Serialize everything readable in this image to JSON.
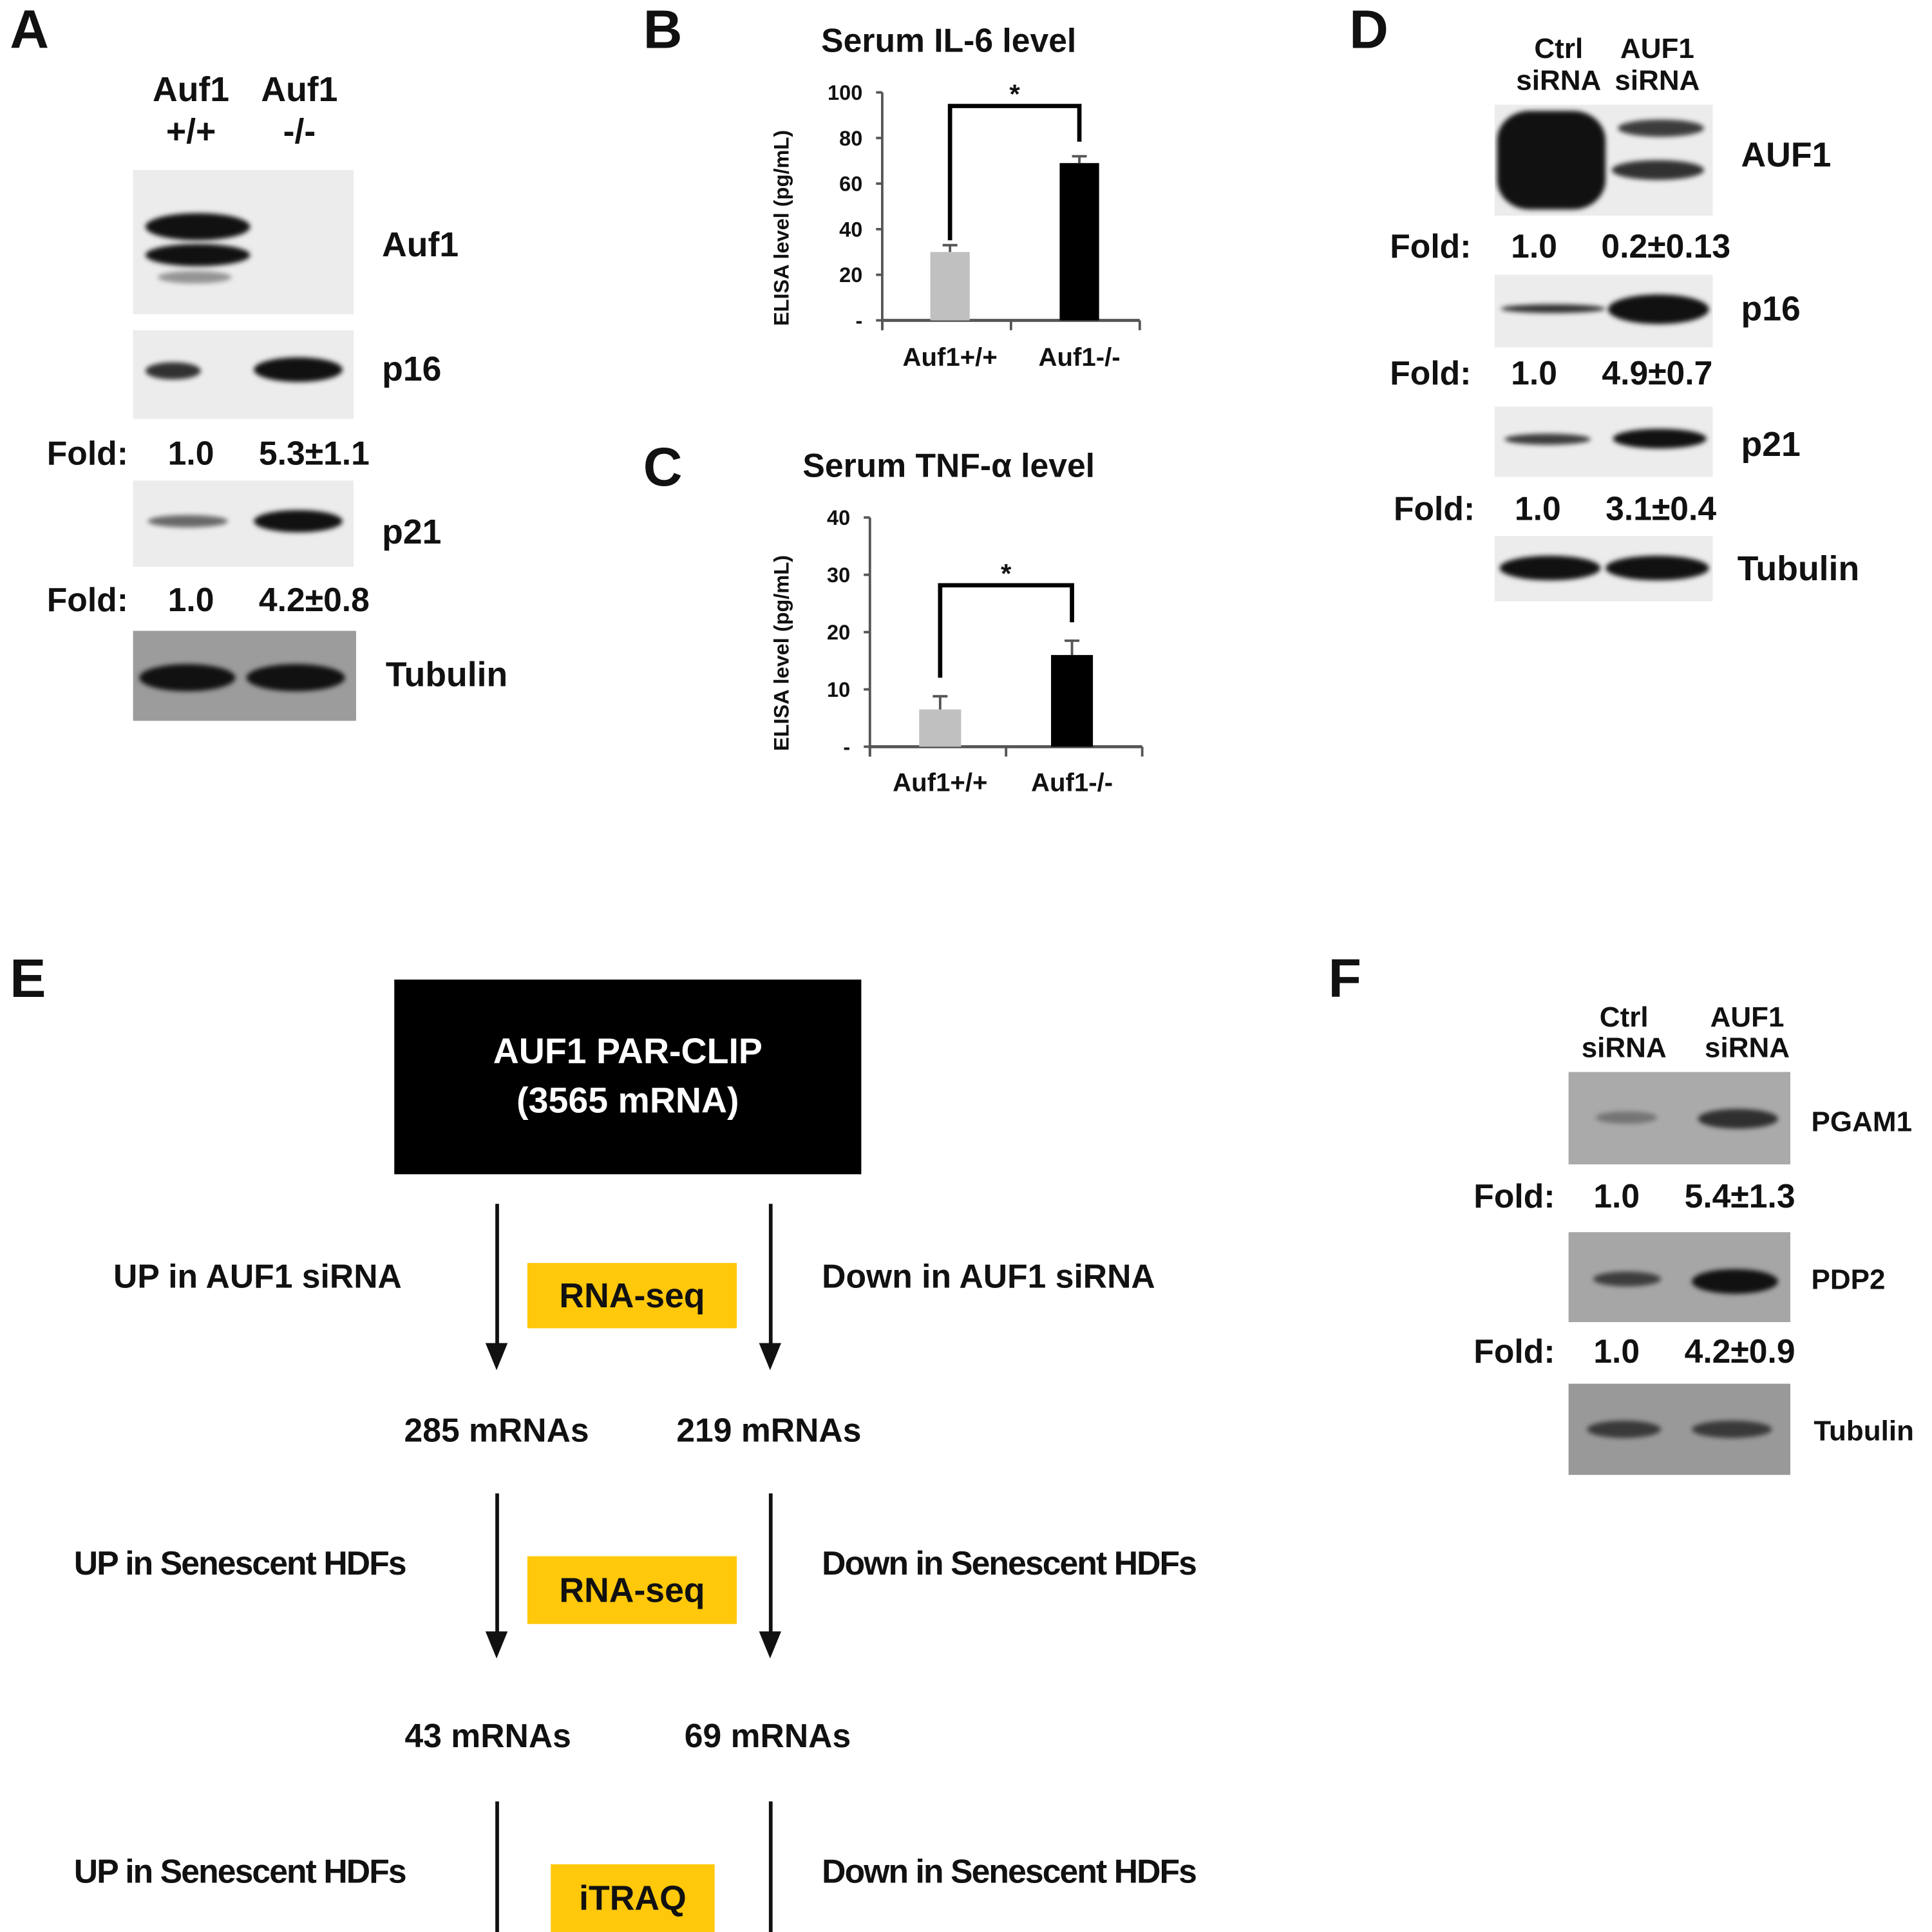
{
  "panel_a": {
    "letter": "A",
    "lanes": [
      {
        "l1": "Auf1",
        "l2": "+/+"
      },
      {
        "l1": "Auf1",
        "l2": "-/-"
      }
    ],
    "fold_label": "Fold:",
    "blots": [
      {
        "label": "Auf1"
      },
      {
        "label": "p16",
        "fold": [
          "1.0",
          "5.3±1.1"
        ]
      },
      {
        "label": "p21",
        "fold": [
          "1.0",
          "4.2±0.8"
        ]
      },
      {
        "label": "Tubulin"
      }
    ]
  },
  "panel_b": {
    "letter": "B"
  },
  "panel_c": {
    "letter": "C"
  },
  "chart_data": [
    {
      "type": "bar",
      "title": "Serum IL-6 level",
      "ylabel": "ELISA level (pg/mL)",
      "xlabel": "",
      "categories": [
        "Auf1+/+",
        "Auf1-/-"
      ],
      "values": [
        30,
        69
      ],
      "errors": [
        3,
        3
      ],
      "colors": [
        "#c0c0c0",
        "#000000"
      ],
      "ylim": [
        0,
        100
      ],
      "yticks": [
        0,
        20,
        40,
        60,
        80,
        100
      ],
      "ytick_labels": [
        "-",
        "20",
        "40",
        "60",
        "80",
        "100"
      ],
      "annotation": "*",
      "grid": false
    },
    {
      "type": "bar",
      "title": "Serum TNF-α level",
      "ylabel": "ELISA level (pg/mL)",
      "xlabel": "",
      "categories": [
        "Auf1+/+",
        "Auf1-/-"
      ],
      "values": [
        6.5,
        16
      ],
      "errors": [
        2.3,
        2.5
      ],
      "colors": [
        "#c0c0c0",
        "#000000"
      ],
      "ylim": [
        0,
        40
      ],
      "yticks": [
        0,
        10,
        20,
        30,
        40
      ],
      "ytick_labels": [
        "-",
        "10",
        "20",
        "30",
        "40"
      ],
      "annotation": "*",
      "grid": false
    }
  ],
  "panel_d": {
    "letter": "D",
    "lanes": [
      {
        "l1": "Ctrl",
        "l2": "siRNA"
      },
      {
        "l1": "AUF1",
        "l2": "siRNA"
      }
    ],
    "fold_label": "Fold:",
    "blots": [
      {
        "label": "AUF1",
        "fold": [
          "1.0",
          "0.2±0.13"
        ]
      },
      {
        "label": "p16",
        "fold": [
          "1.0",
          "4.9±0.7"
        ]
      },
      {
        "label": "p21",
        "fold": [
          "1.0",
          "3.1±0.4"
        ]
      },
      {
        "label": "Tubulin"
      }
    ]
  },
  "panel_e": {
    "letter": "E",
    "box_line1": "AUF1 PAR-CLIP",
    "box_line2": "(3565 mRNA)",
    "steps": [
      {
        "left": "UP in AUF1 siRNA",
        "method": "RNA-seq",
        "right": "Down in AUF1 siRNA",
        "left_count": "285 mRNAs",
        "right_count": "219 mRNAs"
      },
      {
        "left": "UP in Senescent HDFs",
        "method": "RNA-seq",
        "right": "Down in Senescent HDFs",
        "left_count": "43 mRNAs",
        "right_count": "69 mRNAs"
      },
      {
        "left": "UP in Senescent HDFs",
        "method": "iTRAQ",
        "right": "Down in Senescent HDFs"
      }
    ],
    "method_color": "#ffc80a"
  },
  "panel_f": {
    "letter": "F",
    "lanes": [
      {
        "l1": "Ctrl",
        "l2": "siRNA"
      },
      {
        "l1": "AUF1",
        "l2": "siRNA"
      }
    ],
    "fold_label": "Fold:",
    "blots": [
      {
        "label": "PGAM1",
        "fold": [
          "1.0",
          "5.4±1.3"
        ]
      },
      {
        "label": "PDP2",
        "fold": [
          "1.0",
          "4.2±0.9"
        ]
      },
      {
        "label": "Tubulin"
      }
    ]
  }
}
